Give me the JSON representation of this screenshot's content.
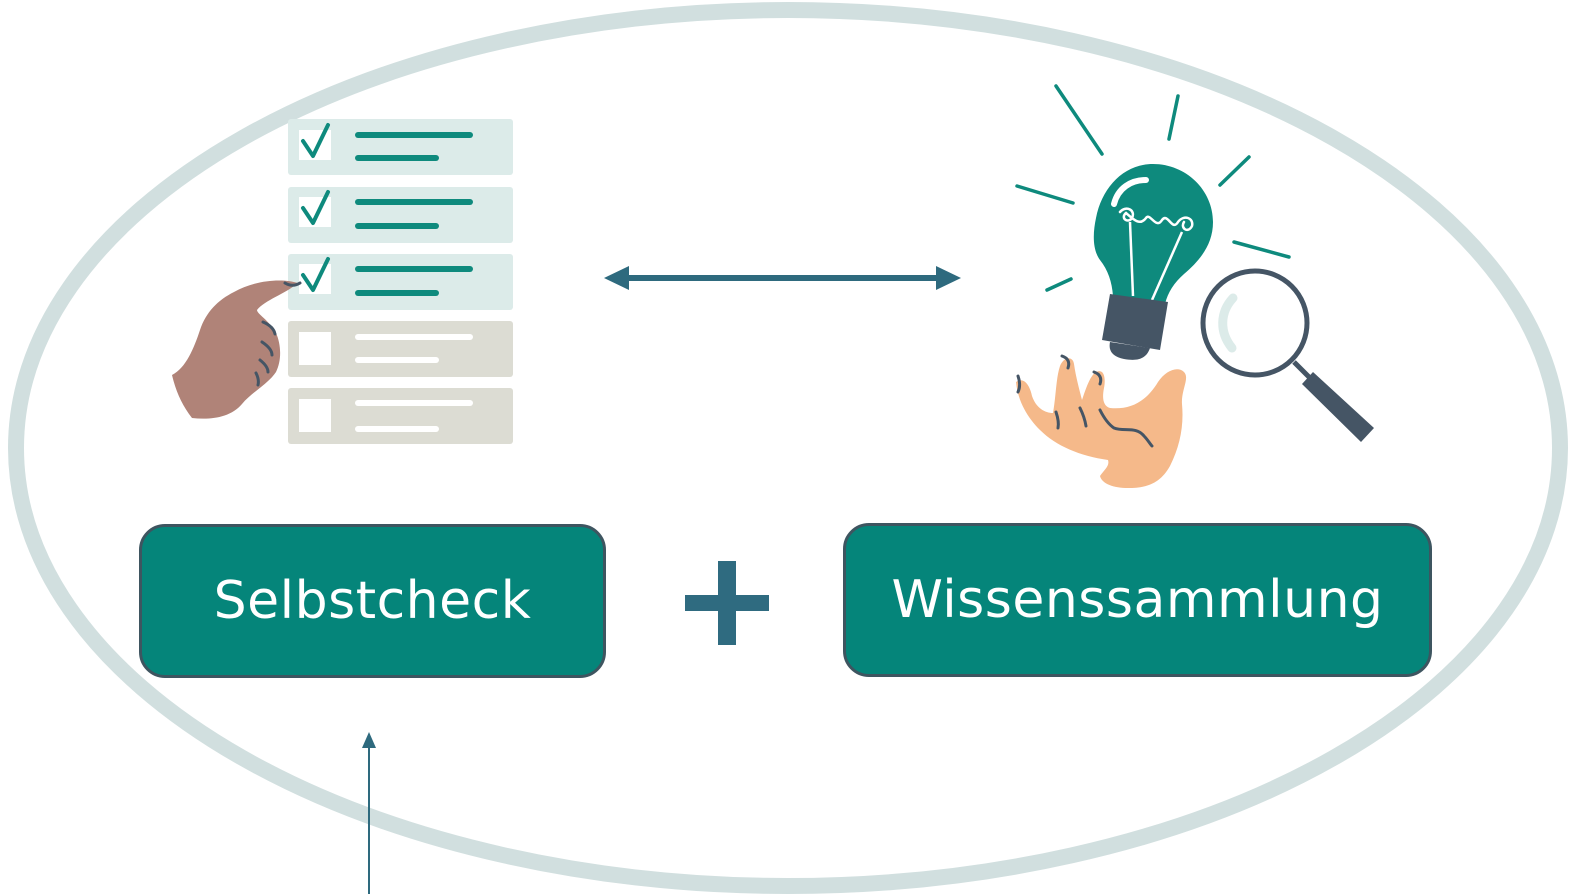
{
  "nodes": {
    "selbstcheck": {
      "label": "Selbstcheck"
    },
    "wissenssammlung": {
      "label": "Wissenssammlung"
    }
  },
  "connectors": {
    "plus": "plus-sign",
    "bidirectional_arrow": "double-headed-arrow",
    "up_arrow": "up-arrow"
  },
  "illustrations": {
    "left": "checklist-with-pointing-hand",
    "right": "lightbulb-magnifier-and-hand"
  },
  "colors": {
    "ellipse_outline": "#d1dfdf",
    "box_fill": "#05857a",
    "box_border": "#3e5560",
    "arrow": "#2e6a7e",
    "plus": "#2f6b80",
    "teal_icon": "#0e8a7d",
    "checked_row": "#dcebe9",
    "unchecked_row": "#dcdcd3",
    "skin_dark": "#b08378",
    "skin_light": "#f5b98a",
    "slate": "#455565"
  }
}
